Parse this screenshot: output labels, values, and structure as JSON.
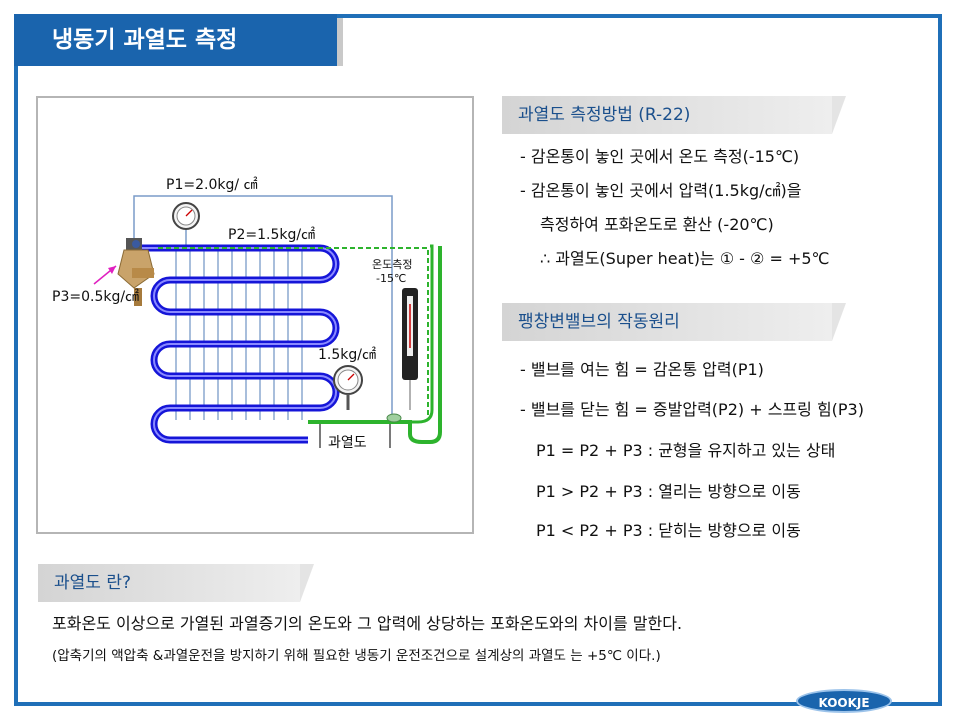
{
  "title": "냉동기 과열도 측정",
  "method": {
    "header": "과열도 측정방법 (R-22)",
    "lines": [
      "- 감온통이 놓인 곳에서 온도 측정(-15℃)",
      "- 감온통이 놓인 곳에서 압력(1.5kg/㎠)을",
      "측정하여 포화온도로 환산 (-20℃)",
      "∴ 과열도(Super heat)는  ① - ② = +5℃"
    ]
  },
  "principle": {
    "header": "팽창변밸브의 작동원리",
    "lines": [
      "- 밸브를 여는 힘 = 감온통 압력(P1)",
      "- 밸브를 닫는 힘 = 증발압력(P2) + 스프링 힘(P3)",
      "P1 = P2 + P3 : 균형을 유지하고 있는 상태",
      "P1 > P2 + P3 : 열리는 방향으로 이동",
      "P1 < P2 + P3 : 닫히는 방향으로 이동"
    ]
  },
  "definition": {
    "header": "과열도 란?",
    "text": "포화온도 이상으로  가열된 과열증기의  온도와 그 압력에 상당하는 포화온도와의 차이를 말한다.",
    "note": "(압축기의 액압축 &과열운전을 방지하기 위해 필요한 냉동기 운전조건으로 설계상의 과열도 는 +5℃  이다.)"
  },
  "diagram": {
    "p1": "P1=2.0kg/ ㎠",
    "p2": "P2=1.5kg/㎠",
    "p3": "P3=0.5kg/㎠",
    "temp_label_1": "온도측정",
    "temp_label_2": "-15℃",
    "gauge_label": "1.5kg/㎠",
    "superheat_label": "과열도"
  },
  "logo": "KOOKJE",
  "colors": {
    "accent": "#1a64ad",
    "coil": "#1515d8",
    "pipe_green": "#2db32d",
    "capillary": "#7a9cc8"
  }
}
